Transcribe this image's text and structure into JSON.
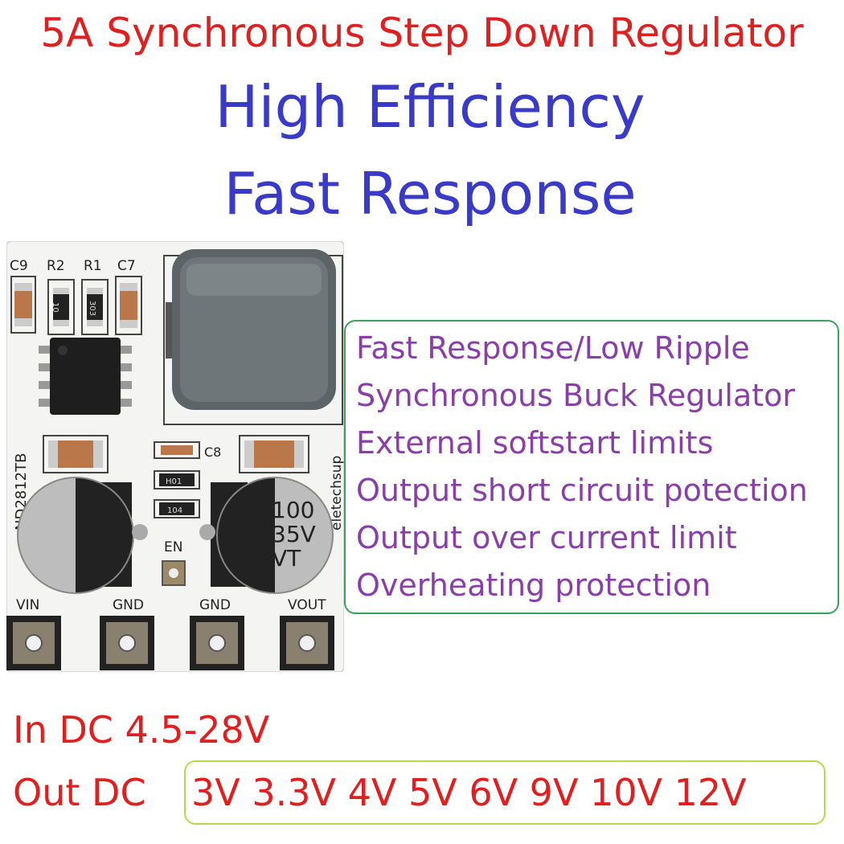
{
  "header": {
    "title": "5A Synchronous Step Down Regulator",
    "line2": "High Efficiency",
    "line3": "Fast Response"
  },
  "features": [
    "Fast Response/Low Ripple",
    "Synchronous Buck Regulator",
    "External softstart limits",
    "Output short circuit potection",
    "Output over current limit",
    "Overheating protection"
  ],
  "specs": {
    "input": "In DC 4.5-28V",
    "output_label": "Out DC",
    "output_voltages": "3V 3.3V 4V 5V 6V 9V 10V 12V"
  },
  "board": {
    "labels": {
      "c9": "C9",
      "r2": "R2",
      "r1": "R1",
      "c7": "C7",
      "c8": "C8",
      "model": "ND2812TB",
      "brand": "eletechsup",
      "en": "EN",
      "vin": "VIN",
      "gnd1": "GND",
      "gnd2": "GND",
      "vout": "VOUT",
      "cap_value": "100",
      "cap_voltage": "35V",
      "cap_series": "VT",
      "r_top_left": "10",
      "r_top_right": "303",
      "r_mid_1": "H01",
      "r_mid_2": "104"
    }
  },
  "colors": {
    "title_red": "#e02020",
    "blue": "#3a3ac8",
    "purple": "#8a3fa8",
    "feature_border": "#3aa35a",
    "voltage_border": "#b7d84a"
  }
}
